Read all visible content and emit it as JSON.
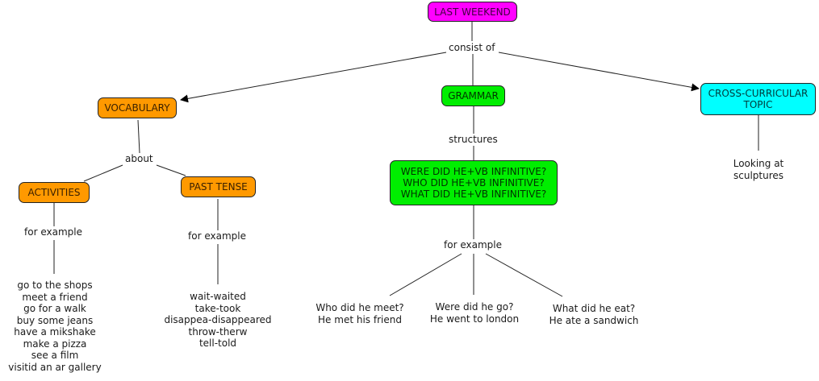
{
  "concept_map": {
    "root": {
      "label": "LAST WEEKEND",
      "color": "#ff00ff"
    },
    "root_link": "consist of",
    "vocabulary": {
      "label": "VOCABULARY",
      "color": "#ff9900",
      "link": "about",
      "activities": {
        "label": "ACTIVITIES",
        "link": "for example",
        "examples": [
          "go to the shops",
          "meet a friend",
          "go for a walk",
          "buy some jeans",
          "have a mikshake",
          "make a pizza",
          "see a film",
          "visitid an ar gallery"
        ]
      },
      "past_tense": {
        "label": "PAST TENSE",
        "link": "for example",
        "examples": [
          "wait-waited",
          "take-took",
          "disappea-disappeared",
          "throw-therw",
          "tell-told"
        ]
      }
    },
    "grammar": {
      "label": "GRAMMAR",
      "color": "#00ee00",
      "link": "structures",
      "structures": {
        "lines": [
          "WERE DID HE+VB INFINITIVE?",
          "WHO DID HE+VB INFINITIVE?",
          "WHAT DID HE+VB INFINITIVE?"
        ],
        "link": "for example",
        "examples": [
          [
            "Who did he meet?",
            "He met his friend"
          ],
          [
            "Were did he go?",
            "He went to london"
          ],
          [
            "What did he eat?",
            "He ate a sandwich"
          ]
        ]
      }
    },
    "cross_curricular": {
      "label_lines": [
        "CROSS-CURRICULAR",
        "TOPIC"
      ],
      "color": "#00ffff",
      "example_lines": [
        "Looking at",
        "sculptures"
      ]
    }
  }
}
